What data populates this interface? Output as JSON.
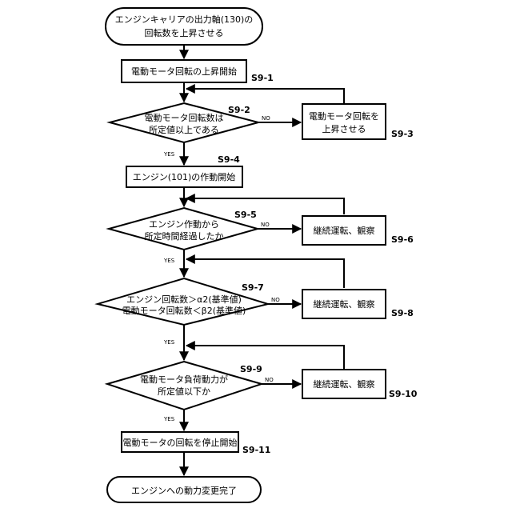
{
  "flowchart": {
    "start": {
      "lines": [
        "エンジンキャリアの出力軸(130)の",
        "回転数を上昇させる"
      ]
    },
    "step_s9_1": {
      "lines": [
        "電動モータ回転の上昇開始"
      ],
      "label": "S9-1"
    },
    "decision_s9_2": {
      "lines": [
        "電動モータ回転数は",
        "所定値以上である"
      ],
      "label": "S9-2",
      "yes": "YES",
      "no": "NO"
    },
    "step_s9_3": {
      "lines": [
        "電動モータ回転を",
        "上昇させる"
      ],
      "label": "S9-3"
    },
    "step_s9_4": {
      "lines": [
        "エンジン(101)の作動開始"
      ],
      "label": "S9-4"
    },
    "decision_s9_5": {
      "lines": [
        "エンジン作動から",
        "所定時間経過したか"
      ],
      "label": "S9-5",
      "yes": "YES",
      "no": "NO"
    },
    "step_s9_6": {
      "lines": [
        "継続運転、観察"
      ],
      "label": "S9-6"
    },
    "decision_s9_7": {
      "lines": [
        "エンジン回転数＞α2(基準値)",
        "電動モータ回転数＜β2(基準値)"
      ],
      "label": "S9-7",
      "yes": "YES",
      "no": "NO"
    },
    "step_s9_8": {
      "lines": [
        "継続運転、観察"
      ],
      "label": "S9-8"
    },
    "decision_s9_9": {
      "lines": [
        "電動モータ負荷動力が",
        "所定値以下か"
      ],
      "label": "S9-9",
      "yes": "YES",
      "no": "NO"
    },
    "step_s9_10": {
      "lines": [
        "継続運転、観察"
      ],
      "label": "S9-10"
    },
    "step_s9_11": {
      "lines": [
        "電動モータの回転を停止開始"
      ],
      "label": "S9-11"
    },
    "end": {
      "lines": [
        "エンジンへの動力変更完了"
      ]
    }
  }
}
